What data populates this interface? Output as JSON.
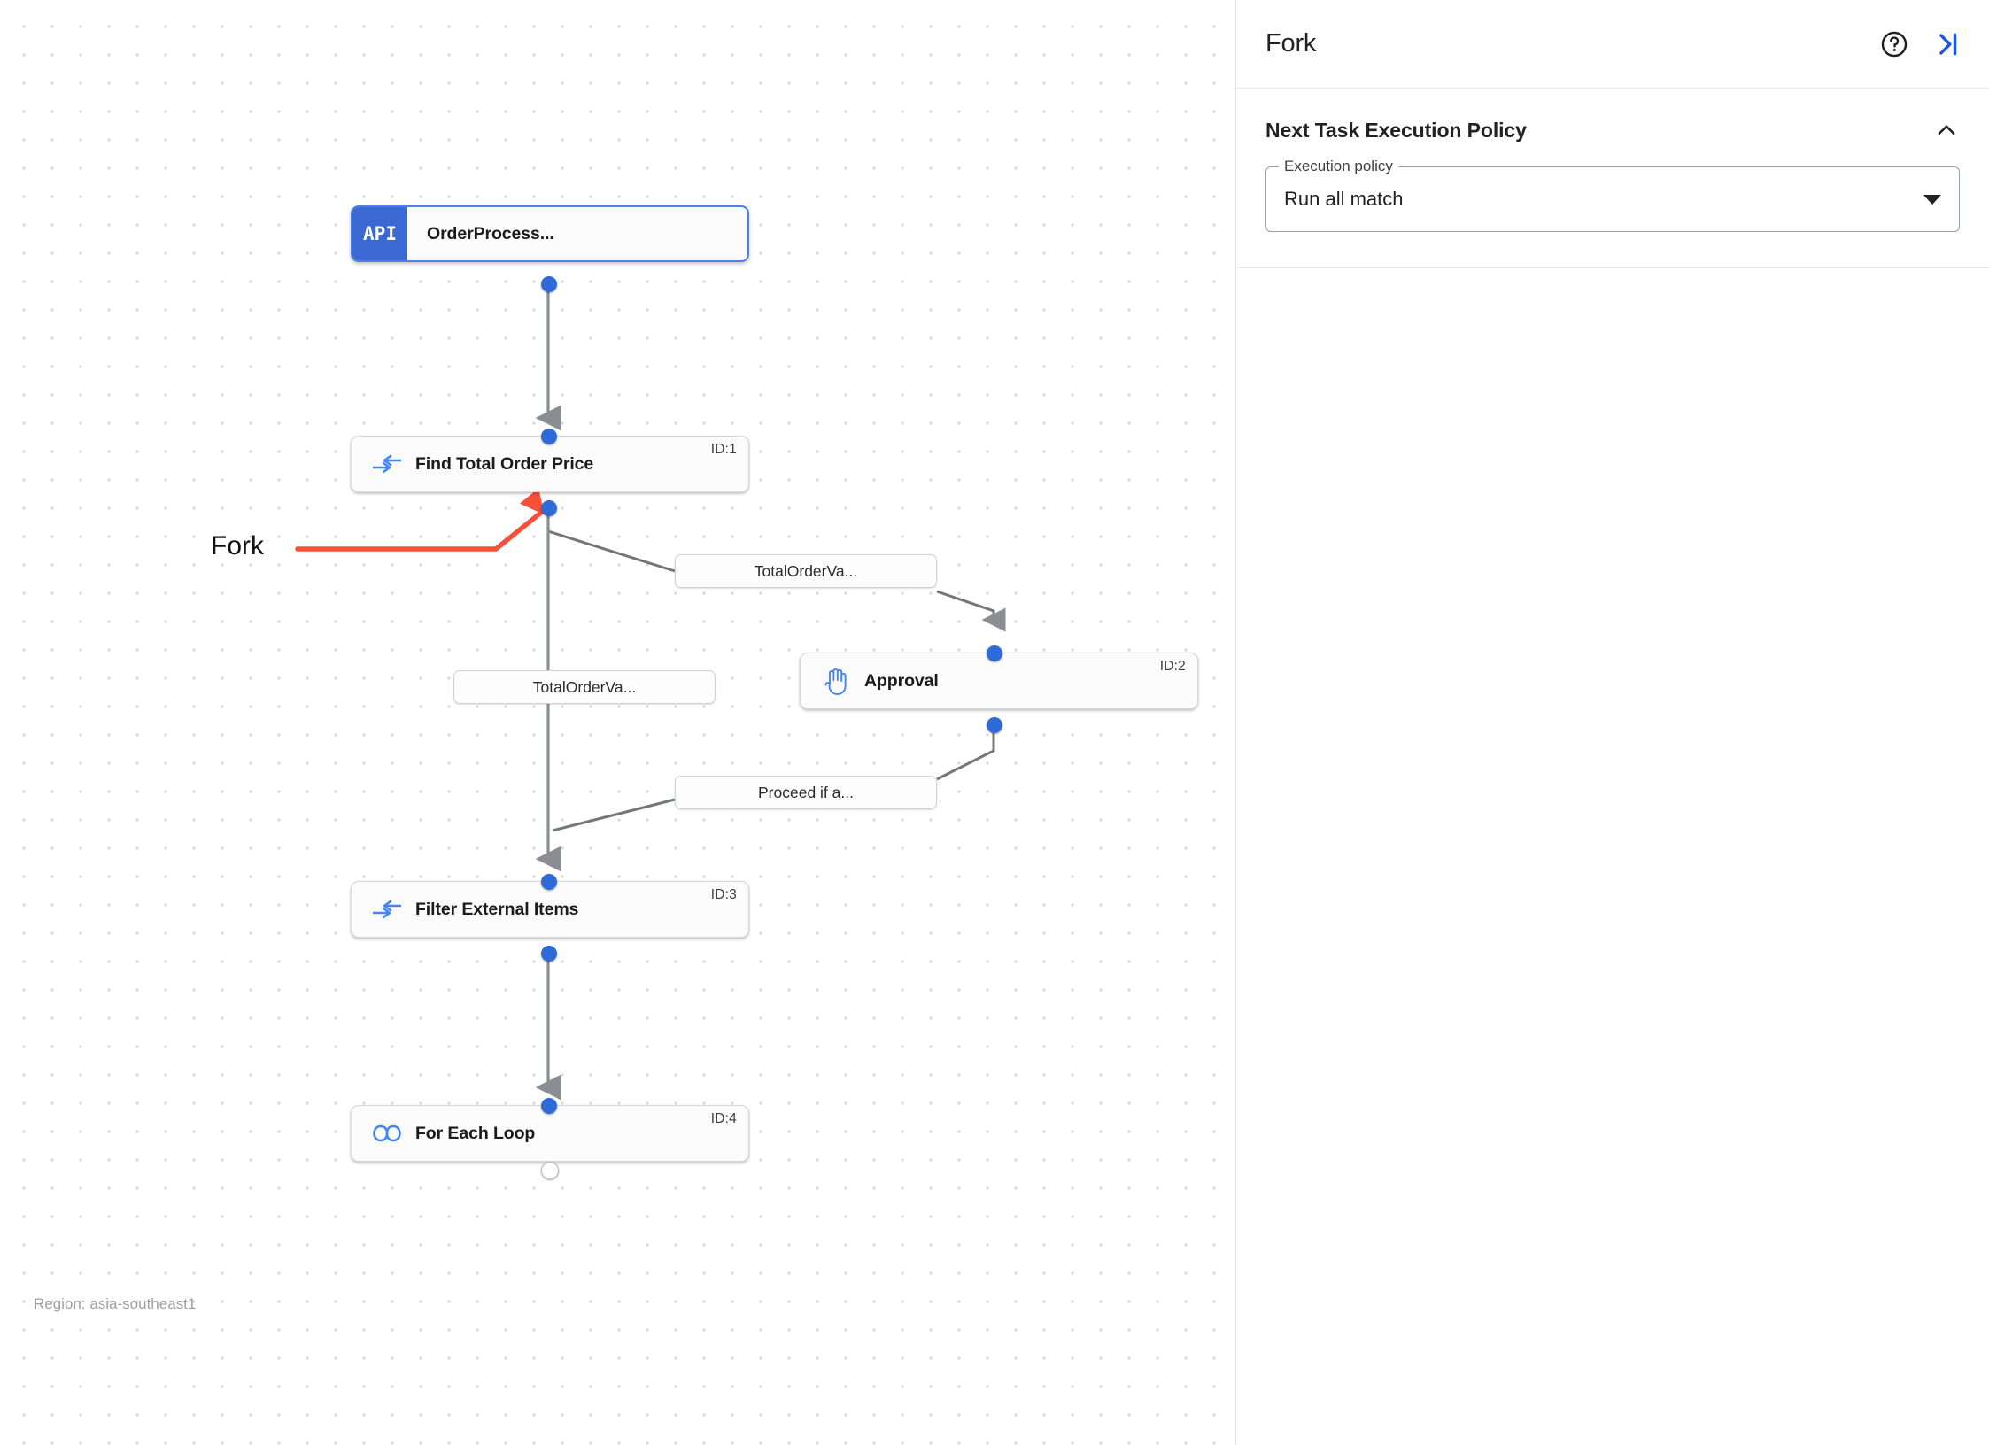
{
  "canvas": {
    "region_label": "Region: asia-southeast1",
    "annotation": {
      "label": "Fork",
      "color": "#f4503c"
    },
    "nodes": [
      {
        "key": "trigger",
        "badge": "API",
        "title": "OrderProcess...",
        "id_label": "",
        "icon": "api-badge-icon",
        "selected": true
      },
      {
        "key": "find_total",
        "badge": "",
        "title": "Find Total Order Price",
        "id_label": "ID:1",
        "icon": "data-mapping-icon",
        "selected": false
      },
      {
        "key": "approval",
        "badge": "",
        "title": "Approval",
        "id_label": "ID:2",
        "icon": "hand-approval-icon",
        "selected": false
      },
      {
        "key": "filter_external",
        "badge": "",
        "title": "Filter External Items",
        "id_label": "ID:3",
        "icon": "data-mapping-icon",
        "selected": false
      },
      {
        "key": "for_each",
        "badge": "",
        "title": "For Each Loop",
        "id_label": "ID:4",
        "icon": "infinity-loop-icon",
        "selected": false
      }
    ],
    "edge_labels": [
      {
        "key": "edge_to_approval",
        "text": "TotalOrderVa..."
      },
      {
        "key": "edge_to_filter_direct",
        "text": "TotalOrderVa..."
      },
      {
        "key": "edge_approval_to_filter",
        "text": "Proceed if a..."
      }
    ]
  },
  "panel": {
    "title": "Fork",
    "help_icon": "help-circle-icon",
    "collapse_icon": "collapse-panel-icon",
    "section": {
      "title": "Next Task Execution Policy",
      "chevron_icon": "chevron-up-icon",
      "field": {
        "legend": "Execution policy",
        "value": "Run all match",
        "caret_icon": "caret-down-icon"
      }
    }
  }
}
